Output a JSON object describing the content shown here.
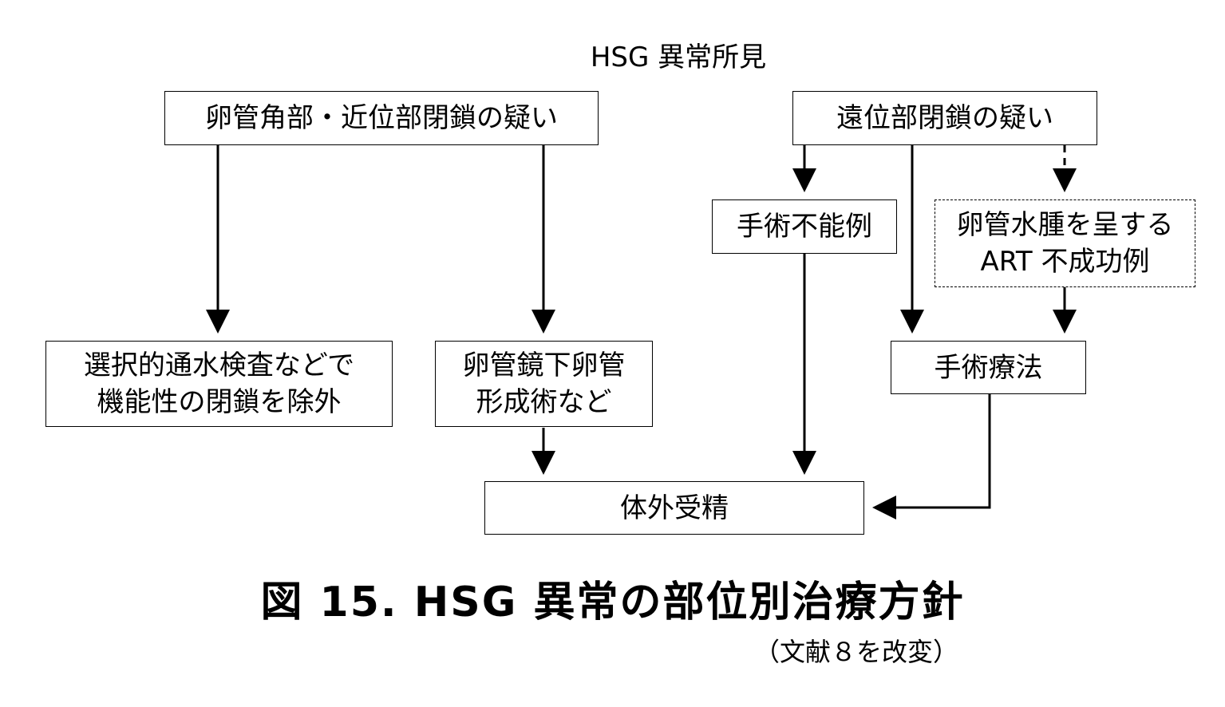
{
  "diagram": {
    "title": "HSG 異常所見",
    "nodes": {
      "proximal_suspect": "卵管角部・近位部閉鎖の疑い",
      "distal_suspect": "遠位部閉鎖の疑い",
      "selective_test": [
        "選択的通水検査などで",
        "機能性の閉鎖を除外"
      ],
      "falloposcopy": [
        "卵管鏡下卵管",
        "形成術など"
      ],
      "inoperable": "手術不能例",
      "hydrosalpinx_art": [
        "卵管水腫を呈する",
        "ART 不成功例"
      ],
      "surgery": "手術療法",
      "ivf": "体外受精"
    }
  },
  "caption": "図 15.  HSG 異常の部位別治療方針",
  "source": "（文献８を改変）"
}
